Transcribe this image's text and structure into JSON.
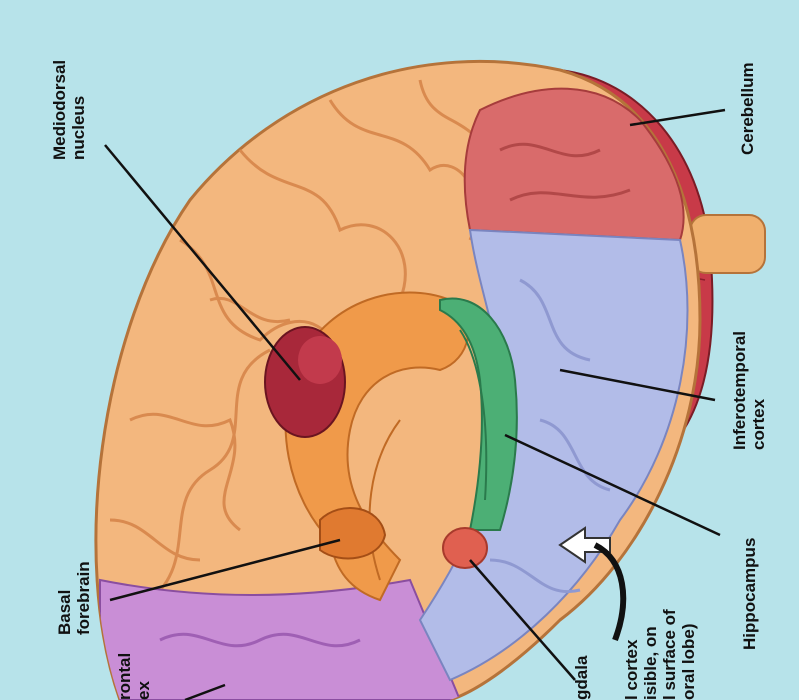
{
  "diagram": {
    "background_color": "#b7e3ea",
    "colors": {
      "cortex": "#f3b77e",
      "cortex_dark": "#d98a4f",
      "frontal_purple": "#c98ed6",
      "cerebellum_red": "#c83a48",
      "temporal_blue": "#b2bce8",
      "hippocampus_green": "#4caf75",
      "mediodorsal_red": "#a8283a",
      "occipital_red": "#d96b6b"
    },
    "labels": {
      "mediodorsal": "Mediodorsal\nnucleus",
      "cerebellum": "Cerebellum",
      "inferotemporal": "Inferotemporal\ncortex",
      "hippocampus": "Hippocampus",
      "medial_temporal": "l cortex\nisible, on\nl surface of\noral lobe)",
      "amygdala": "gdala",
      "basal_forebrain": "Basal\nforebrain",
      "prefrontal": "rontal\nex"
    }
  }
}
